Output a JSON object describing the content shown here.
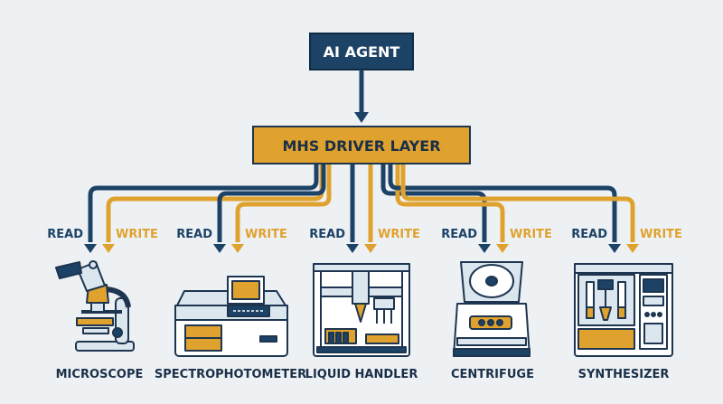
{
  "agent_label": "AI AGENT",
  "driver_label": "MHS DRIVER LAYER",
  "read_label": "READ",
  "write_label": "WRITE",
  "instruments": [
    {
      "name": "MICROSCOPE",
      "icon": "microscope-icon"
    },
    {
      "name": "SPECTROPHOTOMETER",
      "icon": "spectrophotometer-icon"
    },
    {
      "name": "LIQUID HANDLER",
      "icon": "liquid-handler-icon"
    },
    {
      "name": "CENTRIFUGE",
      "icon": "centrifuge-icon"
    },
    {
      "name": "SYNTHESIZER",
      "icon": "synthesizer-icon"
    }
  ],
  "colors": {
    "navy": "#1c4266",
    "gold": "#e0a22e",
    "background": "#eef1f4",
    "outline": "#1e3550",
    "light_blue": "#dbe6ef"
  }
}
